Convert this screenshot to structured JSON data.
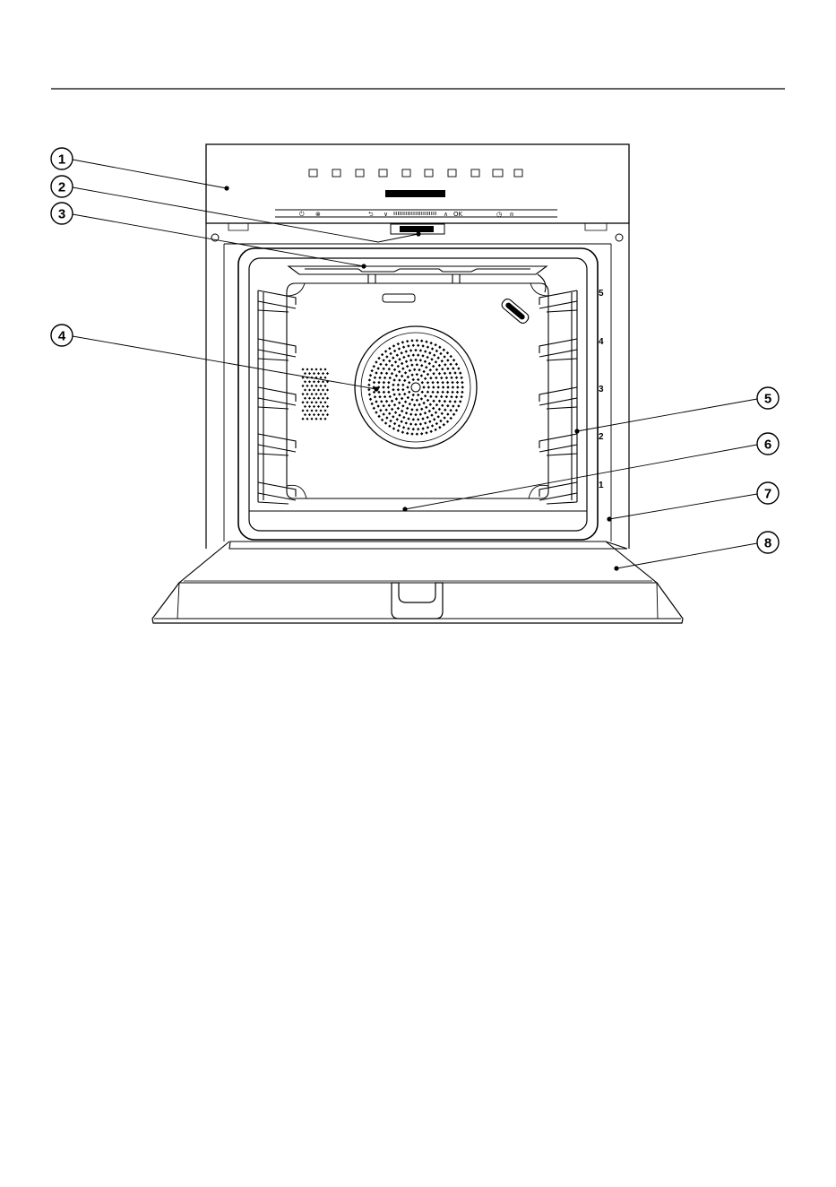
{
  "callouts": [
    {
      "number": "1"
    },
    {
      "number": "2"
    },
    {
      "number": "3"
    },
    {
      "number": "4"
    },
    {
      "number": "5"
    },
    {
      "number": "6"
    },
    {
      "number": "7"
    },
    {
      "number": "8"
    }
  ],
  "control_panel": {
    "cancel_symbol": "⊗",
    "back_symbol": "⮌",
    "down_symbol": "∨",
    "up_symbol": "∧",
    "ok_label": "OK",
    "clock_symbol": "◷",
    "bell_symbol": "⍝"
  },
  "shelf_levels": [
    "5",
    "4",
    "3",
    "2",
    "1"
  ]
}
